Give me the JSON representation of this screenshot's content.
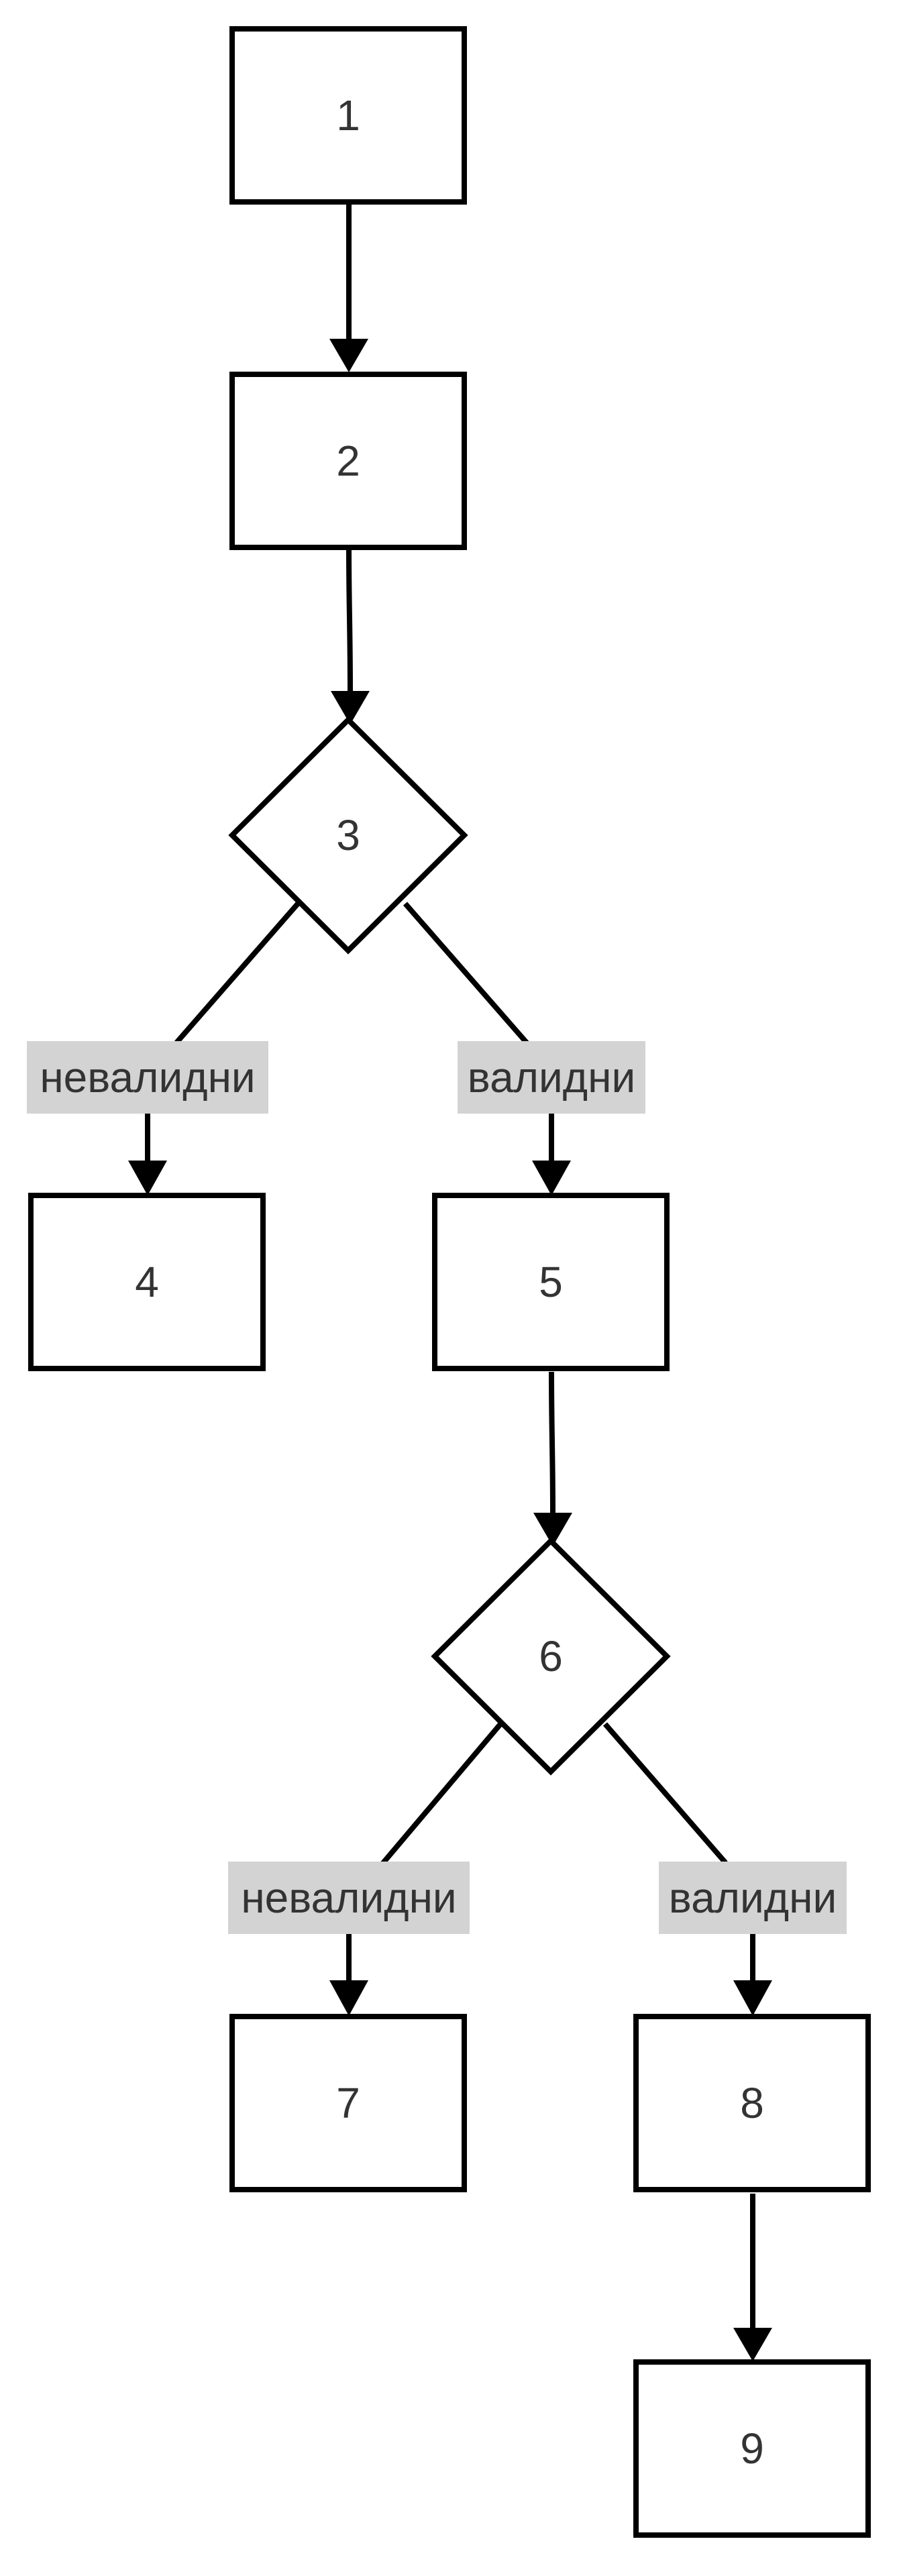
{
  "flowchart": {
    "nodes": [
      {
        "id": "n1",
        "label": "1",
        "shape": "rect"
      },
      {
        "id": "n2",
        "label": "2",
        "shape": "rect"
      },
      {
        "id": "n3",
        "label": "3",
        "shape": "diamond"
      },
      {
        "id": "n4",
        "label": "4",
        "shape": "rect"
      },
      {
        "id": "n5",
        "label": "5",
        "shape": "rect"
      },
      {
        "id": "n6",
        "label": "6",
        "shape": "diamond"
      },
      {
        "id": "n7",
        "label": "7",
        "shape": "rect"
      },
      {
        "id": "n8",
        "label": "8",
        "shape": "rect"
      },
      {
        "id": "n9",
        "label": "9",
        "shape": "rect"
      }
    ],
    "edges": [
      {
        "from": "n1",
        "to": "n2",
        "label": ""
      },
      {
        "from": "n2",
        "to": "n3",
        "label": ""
      },
      {
        "from": "n3",
        "to": "n4",
        "label": "невалидни"
      },
      {
        "from": "n3",
        "to": "n5",
        "label": "валидни"
      },
      {
        "from": "n5",
        "to": "n6",
        "label": ""
      },
      {
        "from": "n6",
        "to": "n7",
        "label": "невалидни"
      },
      {
        "from": "n6",
        "to": "n8",
        "label": "валидни"
      },
      {
        "from": "n8",
        "to": "n9",
        "label": ""
      }
    ]
  },
  "colors": {
    "stroke": "#000000",
    "text": "#333333",
    "label_background": "#d3d3d3",
    "background": "#ffffff"
  }
}
